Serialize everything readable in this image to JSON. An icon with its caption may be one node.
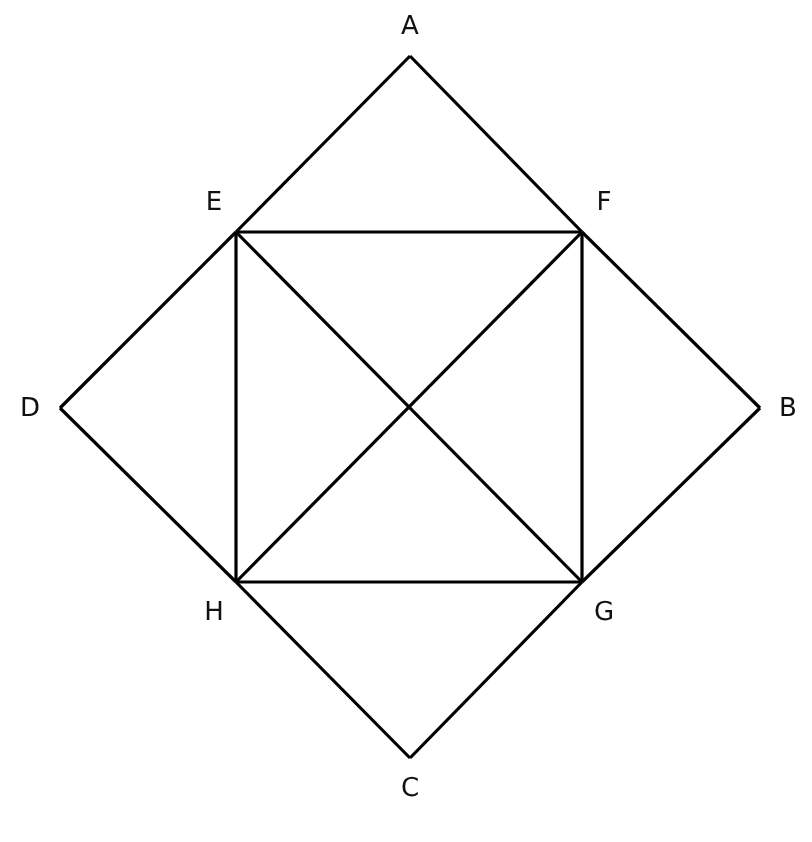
{
  "diagram": {
    "nodes": [
      {
        "text": [
          "A"
        ]
      },
      {
        "text": [
          "E"
        ]
      },
      {
        "text": [
          "F"
        ]
      },
      {
        "text": [
          "D"
        ]
      },
      {
        "text": [
          "B"
        ]
      },
      {
        "text": [
          "H"
        ]
      },
      {
        "text": [
          "G"
        ]
      },
      {
        "text": [
          "C"
        ]
      }
    ],
    "edges": [
      {
        "from": 0,
        "to": 1,
        "arrow": "none"
      },
      {
        "from": 1,
        "to": 3,
        "arrow": "none"
      },
      {
        "from": 3,
        "to": 5,
        "arrow": "none"
      },
      {
        "from": 5,
        "to": 7,
        "arrow": "none"
      },
      {
        "from": 7,
        "to": 6,
        "arrow": "none"
      },
      {
        "from": 6,
        "to": 4,
        "arrow": "none"
      },
      {
        "from": 4,
        "to": 2,
        "arrow": "none"
      },
      {
        "from": 2,
        "to": 0,
        "arrow": "none"
      },
      {
        "from": 1,
        "to": 2,
        "arrow": "none"
      },
      {
        "from": 2,
        "to": 6,
        "arrow": "none"
      },
      {
        "from": 6,
        "to": 5,
        "arrow": "none"
      },
      {
        "from": 5,
        "to": 1,
        "arrow": "none"
      },
      {
        "from": 1,
        "to": 6,
        "arrow": "none"
      },
      {
        "from": 2,
        "to": 5,
        "arrow": "none"
      }
    ]
  }
}
